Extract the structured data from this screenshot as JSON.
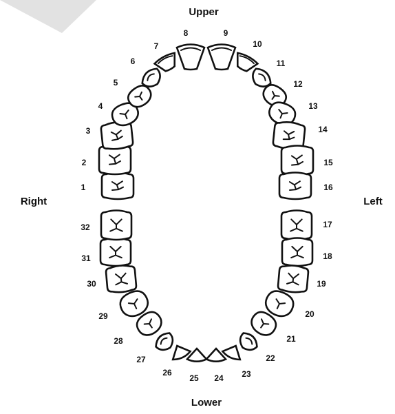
{
  "labels": {
    "upper": "Upper",
    "lower": "Lower",
    "right": "Right",
    "left": "Left"
  },
  "teeth": [
    {
      "number": "1",
      "kind": "molar"
    },
    {
      "number": "2",
      "kind": "molar"
    },
    {
      "number": "3",
      "kind": "molar"
    },
    {
      "number": "4",
      "kind": "premolar"
    },
    {
      "number": "5",
      "kind": "premolar"
    },
    {
      "number": "6",
      "kind": "canine"
    },
    {
      "number": "7",
      "kind": "incisor"
    },
    {
      "number": "8",
      "kind": "incisor"
    },
    {
      "number": "9",
      "kind": "incisor"
    },
    {
      "number": "10",
      "kind": "incisor"
    },
    {
      "number": "11",
      "kind": "canine"
    },
    {
      "number": "12",
      "kind": "premolar"
    },
    {
      "number": "13",
      "kind": "premolar"
    },
    {
      "number": "14",
      "kind": "molar"
    },
    {
      "number": "15",
      "kind": "molar"
    },
    {
      "number": "16",
      "kind": "molar"
    },
    {
      "number": "17",
      "kind": "molar"
    },
    {
      "number": "18",
      "kind": "molar"
    },
    {
      "number": "19",
      "kind": "molar"
    },
    {
      "number": "20",
      "kind": "premolar"
    },
    {
      "number": "21",
      "kind": "premolar"
    },
    {
      "number": "22",
      "kind": "canine"
    },
    {
      "number": "23",
      "kind": "incisor"
    },
    {
      "number": "24",
      "kind": "incisor"
    },
    {
      "number": "25",
      "kind": "incisor"
    },
    {
      "number": "26",
      "kind": "incisor"
    },
    {
      "number": "27",
      "kind": "canine"
    },
    {
      "number": "28",
      "kind": "premolar"
    },
    {
      "number": "29",
      "kind": "premolar"
    },
    {
      "number": "30",
      "kind": "molar"
    },
    {
      "number": "31",
      "kind": "molar"
    },
    {
      "number": "32",
      "kind": "molar"
    }
  ]
}
